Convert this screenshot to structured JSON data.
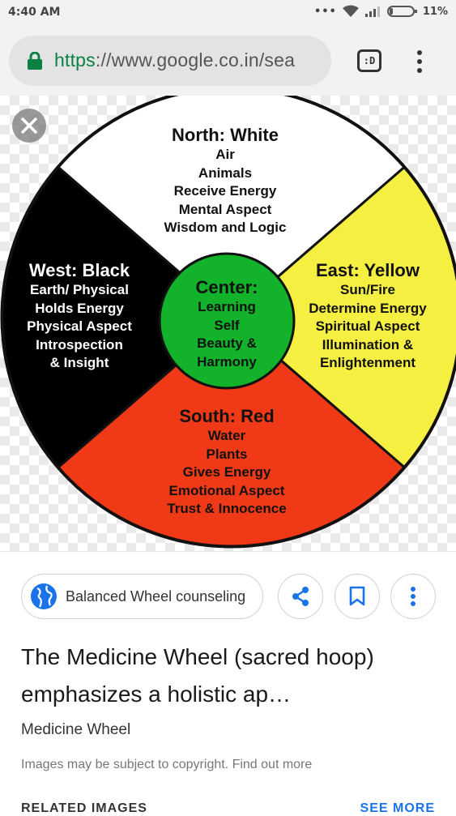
{
  "status_bar": {
    "time": "4:40 AM",
    "battery": "11%"
  },
  "browser": {
    "url_scheme": "https",
    "url_rest": "://www.google.co.in/sea",
    "tab_switcher_label": ":D"
  },
  "wheel": {
    "north": {
      "title": "North: White",
      "lines": [
        "Air",
        "Animals",
        "Receive Energy",
        "Mental Aspect",
        "Wisdom and Logic"
      ]
    },
    "west": {
      "title": "West: Black",
      "lines": [
        "Earth/ Physical",
        "Holds Energy",
        "Physical Aspect",
        "Introspection",
        "& Insight"
      ]
    },
    "east": {
      "title": "East: Yellow",
      "lines": [
        "Sun/Fire",
        "Determine Energy",
        "Spiritual Aspect",
        "Illumination &",
        "Enlightenment"
      ]
    },
    "south": {
      "title": "South: Red",
      "lines": [
        "Water",
        "Plants",
        "Gives Energy",
        "Emotional Aspect",
        "Trust & Innocence"
      ]
    },
    "center": {
      "title": "Center:",
      "lines": [
        "Learning",
        "Self",
        "Beauty &",
        "Harmony"
      ]
    },
    "colors": {
      "north": "#ffffff",
      "west": "#000000",
      "east": "#f5ef42",
      "south": "#f03a17",
      "center": "#12b32a"
    }
  },
  "result": {
    "source": "Balanced Wheel counseling",
    "title": "The Medicine Wheel (sacred hoop) emphasizes a holistic ap…",
    "site": "Medicine Wheel",
    "copyright": "Images may be subject to copyright. Find out more",
    "related_label": "RELATED IMAGES",
    "see_more": "SEE MORE"
  },
  "icons": [
    "wifi-icon",
    "signal-icon",
    "battery-icon",
    "lock-icon",
    "tab-switcher-icon",
    "overflow-menu-icon",
    "close-icon",
    "globe-icon",
    "share-icon",
    "bookmark-icon",
    "more-icon"
  ],
  "accent_colors": {
    "secure_green": "#0b8043",
    "link_blue": "#1a73e8"
  }
}
